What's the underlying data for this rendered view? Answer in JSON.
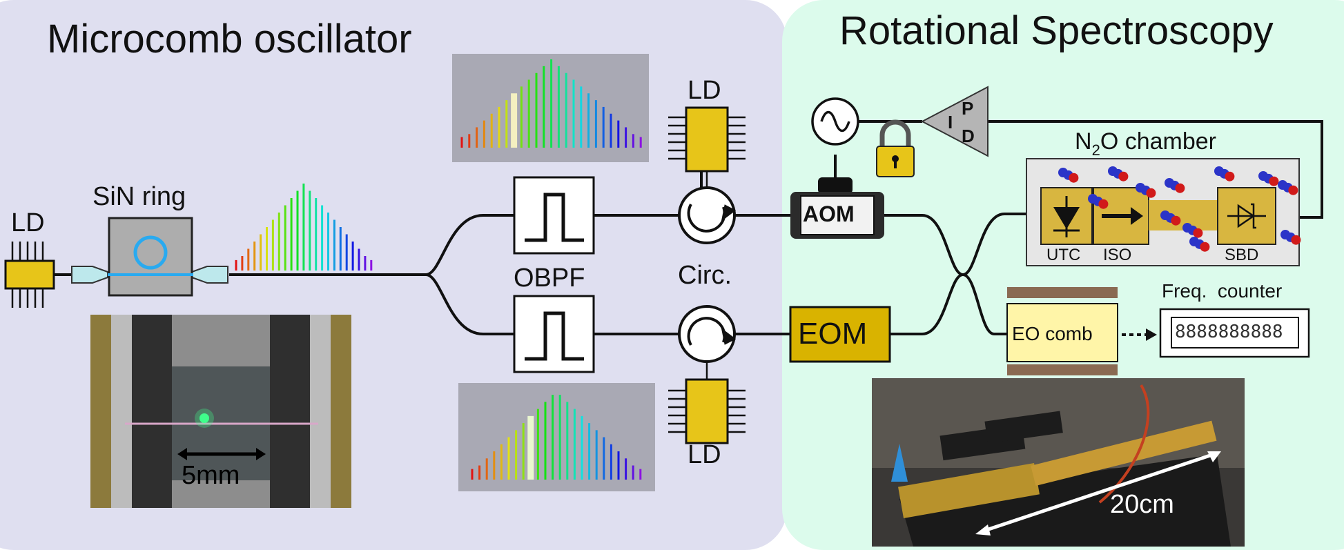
{
  "panels": {
    "left_title": "Microcomb oscillator",
    "right_title": "Rotational Spectroscopy"
  },
  "colors": {
    "left_panel": "#dfdff0",
    "right_panel": "#dcfbec",
    "ld_gold": "#e7c519",
    "eom_gold": "#d9b300",
    "chamber": "#e6e6e6",
    "ring": "#29aaf0",
    "eo_comb": "#fff5a8",
    "eo_comb_plate": "#8a6a52"
  },
  "labels": {
    "ld_left": "LD",
    "sin_ring": "SiN ring",
    "obpf": "OBPF",
    "ld_top": "LD",
    "ld_bottom": "LD",
    "circ": "Circ.",
    "aom": "AOM",
    "eom": "EOM",
    "pd_p": "P",
    "pd_i": "I",
    "pd_d": "D",
    "chamber_prefix": "N",
    "chamber_sub": "2",
    "chamber_suffix": "O chamber",
    "utc": "UTC",
    "iso": "ISO",
    "sbd": "SBD",
    "eo_comb": "EO comb",
    "freq_counter": "Freq.  counter",
    "counter_display": "8888888888",
    "scale_chip": "5mm",
    "scale_wg": "20cm"
  },
  "icons": [
    "laser-diode-icon",
    "ring-resonator-icon",
    "bandpass-filter-icon",
    "circulator-icon",
    "rf-source-icon",
    "amplifier-icon",
    "lock-icon",
    "photodiode-icon",
    "isolator-icon",
    "schottky-diode-icon",
    "molecule-icon"
  ]
}
